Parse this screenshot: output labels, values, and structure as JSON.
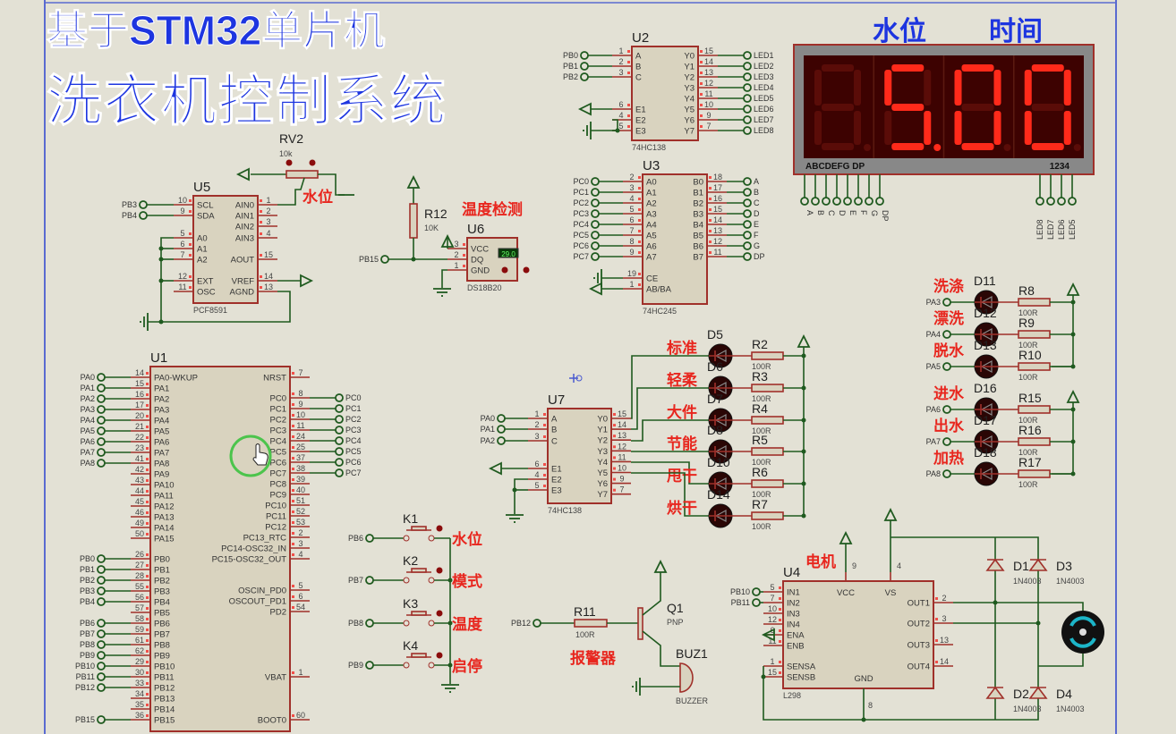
{
  "title": {
    "line1": "基于STM32单片机",
    "line2": "洗衣机控制系统"
  },
  "display": {
    "label_left": "水位",
    "label_right": "时间",
    "digits": [
      "",
      "5",
      "0",
      "0"
    ],
    "dp_on": [
      false,
      true,
      false,
      false
    ],
    "seg_label": "ABCDEFG DP",
    "digit_label": "1234",
    "seg_pins": [
      "A",
      "B",
      "C",
      "D",
      "E",
      "F",
      "G",
      "DP"
    ],
    "digit_pins": [
      "LED8",
      "LED7",
      "LED6",
      "LED5"
    ]
  },
  "u1": {
    "ref": "U1",
    "left": [
      {
        "num": "14",
        "name": "PA0-WKUP",
        "net": "PA0"
      },
      {
        "num": "15",
        "name": "PA1",
        "net": "PA1"
      },
      {
        "num": "16",
        "name": "PA2",
        "net": "PA2"
      },
      {
        "num": "17",
        "name": "PA3",
        "net": "PA3"
      },
      {
        "num": "20",
        "name": "PA4",
        "net": "PA4"
      },
      {
        "num": "21",
        "name": "PA5",
        "net": "PA5"
      },
      {
        "num": "22",
        "name": "PA6",
        "net": "PA6"
      },
      {
        "num": "23",
        "name": "PA7",
        "net": "PA7"
      },
      {
        "num": "41",
        "name": "PA8",
        "net": "PA8"
      },
      {
        "num": "42",
        "name": "PA9"
      },
      {
        "num": "43",
        "name": "PA10"
      },
      {
        "num": "44",
        "name": "PA11"
      },
      {
        "num": "45",
        "name": "PA12"
      },
      {
        "num": "46",
        "name": "PA13"
      },
      {
        "num": "49",
        "name": "PA14"
      },
      {
        "num": "50",
        "name": "PA15"
      },
      {
        "num": "26",
        "name": "PB0",
        "net": "PB0"
      },
      {
        "num": "27",
        "name": "PB1",
        "net": "PB1"
      },
      {
        "num": "28",
        "name": "PB2",
        "net": "PB2"
      },
      {
        "num": "55",
        "name": "PB3",
        "net": "PB3"
      },
      {
        "num": "56",
        "name": "PB4",
        "net": "PB4"
      },
      {
        "num": "57",
        "name": "PB5"
      },
      {
        "num": "58",
        "name": "PB6",
        "net": "PB6"
      },
      {
        "num": "59",
        "name": "PB7",
        "net": "PB7"
      },
      {
        "num": "61",
        "name": "PB8",
        "net": "PB8"
      },
      {
        "num": "62",
        "name": "PB9",
        "net": "PB9"
      },
      {
        "num": "29",
        "name": "PB10",
        "net": "PB10"
      },
      {
        "num": "30",
        "name": "PB11",
        "net": "PB11"
      },
      {
        "num": "33",
        "name": "PB12",
        "net": "PB12"
      },
      {
        "num": "34",
        "name": "PB13"
      },
      {
        "num": "35",
        "name": "PB14"
      },
      {
        "num": "36",
        "name": "PB15",
        "net": "PB15"
      }
    ],
    "right": [
      {
        "num": "7",
        "name": "NRST"
      },
      {
        "num": "8",
        "name": "PC0",
        "net": "PC0"
      },
      {
        "num": "9",
        "name": "PC1",
        "net": "PC1"
      },
      {
        "num": "10",
        "name": "PC2",
        "net": "PC2"
      },
      {
        "num": "11",
        "name": "PC3",
        "net": "PC3"
      },
      {
        "num": "24",
        "name": "PC4",
        "net": "PC4"
      },
      {
        "num": "25",
        "name": "PC5",
        "net": "PC5"
      },
      {
        "num": "37",
        "name": "PC6",
        "net": "PC6"
      },
      {
        "num": "38",
        "name": "PC7",
        "net": "PC7"
      },
      {
        "num": "39",
        "name": "PC8"
      },
      {
        "num": "40",
        "name": "PC9"
      },
      {
        "num": "51",
        "name": "PC10"
      },
      {
        "num": "52",
        "name": "PC11"
      },
      {
        "num": "53",
        "name": "PC12"
      },
      {
        "num": "2",
        "name": "PC13_RTC"
      },
      {
        "num": "3",
        "name": "PC14-OSC32_IN"
      },
      {
        "num": "4",
        "name": "PC15-OSC32_OUT"
      },
      {
        "num": "5",
        "name": "OSCIN_PD0"
      },
      {
        "num": "6",
        "name": "OSCOUT_PD1"
      },
      {
        "num": "54",
        "name": "PD2"
      },
      {
        "num": "1",
        "name": "VBAT"
      },
      {
        "num": "60",
        "name": "BOOT0"
      }
    ]
  },
  "u5": {
    "ref": "U5",
    "part": "PCF8591",
    "left": [
      {
        "num": "10",
        "name": "SCL",
        "net": "PB3"
      },
      {
        "num": "9",
        "name": "SDA",
        "net": "PB4"
      },
      {
        "num": "5",
        "name": "A0"
      },
      {
        "num": "6",
        "name": "A1"
      },
      {
        "num": "7",
        "name": "A2"
      },
      {
        "num": "12",
        "name": "EXT"
      },
      {
        "num": "11",
        "name": "OSC"
      }
    ],
    "right": [
      {
        "num": "1",
        "name": "AIN0"
      },
      {
        "num": "2",
        "name": "AIN1"
      },
      {
        "num": "3",
        "name": "AIN2"
      },
      {
        "num": "4",
        "name": "AIN3"
      },
      {
        "num": "15",
        "name": "AOUT"
      },
      {
        "num": "14",
        "name": "VREF"
      },
      {
        "num": "13",
        "name": "AGND"
      }
    ]
  },
  "rv2": {
    "ref": "RV2",
    "value": "10k",
    "label": "水位"
  },
  "r12": {
    "ref": "R12",
    "value": "10K"
  },
  "u6": {
    "ref": "U6",
    "part": "DS18B20",
    "label": "温度检测",
    "net": "PB15",
    "reading": "29.0",
    "left": [
      {
        "num": "3",
        "name": "VCC"
      },
      {
        "num": "2",
        "name": "DQ"
      },
      {
        "num": "1",
        "name": "GND"
      }
    ]
  },
  "u2": {
    "ref": "U2",
    "part": "74HC138",
    "left": [
      {
        "num": "1",
        "name": "A",
        "net": "PB0"
      },
      {
        "num": "2",
        "name": "B",
        "net": "PB1"
      },
      {
        "num": "3",
        "name": "C",
        "net": "PB2"
      },
      {
        "num": "6",
        "name": "E1"
      },
      {
        "num": "4",
        "name": "E2"
      },
      {
        "num": "5",
        "name": "E3"
      }
    ],
    "right": [
      {
        "num": "15",
        "name": "Y0",
        "net": "LED1"
      },
      {
        "num": "14",
        "name": "Y1",
        "net": "LED2"
      },
      {
        "num": "13",
        "name": "Y2",
        "net": "LED3"
      },
      {
        "num": "12",
        "name": "Y3",
        "net": "LED4"
      },
      {
        "num": "11",
        "name": "Y4",
        "net": "LED5"
      },
      {
        "num": "10",
        "name": "Y5",
        "net": "LED6"
      },
      {
        "num": "9",
        "name": "Y6",
        "net": "LED7"
      },
      {
        "num": "7",
        "name": "Y7",
        "net": "LED8"
      }
    ]
  },
  "u3": {
    "ref": "U3",
    "part": "74HC245",
    "left": [
      {
        "num": "2",
        "name": "A0",
        "net": "PC0"
      },
      {
        "num": "3",
        "name": "A1",
        "net": "PC1"
      },
      {
        "num": "4",
        "name": "A2",
        "net": "PC2"
      },
      {
        "num": "5",
        "name": "A3",
        "net": "PC3"
      },
      {
        "num": "6",
        "name": "A4",
        "net": "PC4"
      },
      {
        "num": "7",
        "name": "A5",
        "net": "PC5"
      },
      {
        "num": "8",
        "name": "A6",
        "net": "PC6"
      },
      {
        "num": "9",
        "name": "A7",
        "net": "PC7"
      },
      {
        "num": "19",
        "name": "CE"
      },
      {
        "num": "1",
        "name": "AB/BA"
      }
    ],
    "right": [
      {
        "num": "18",
        "name": "B0",
        "net": "A"
      },
      {
        "num": "17",
        "name": "B1",
        "net": "B"
      },
      {
        "num": "16",
        "name": "B2",
        "net": "C"
      },
      {
        "num": "15",
        "name": "B3",
        "net": "D"
      },
      {
        "num": "14",
        "name": "B4",
        "net": "E"
      },
      {
        "num": "13",
        "name": "B5",
        "net": "F"
      },
      {
        "num": "12",
        "name": "B6",
        "net": "G"
      },
      {
        "num": "11",
        "name": "B7",
        "net": "DP"
      }
    ]
  },
  "u7": {
    "ref": "U7",
    "part": "74HC138",
    "left": [
      {
        "num": "1",
        "name": "A",
        "net": "PA0"
      },
      {
        "num": "2",
        "name": "B",
        "net": "PA1"
      },
      {
        "num": "3",
        "name": "C",
        "net": "PA2"
      },
      {
        "num": "6",
        "name": "E1"
      },
      {
        "num": "4",
        "name": "E2"
      },
      {
        "num": "5",
        "name": "E3"
      }
    ],
    "right": [
      {
        "num": "15",
        "name": "Y0"
      },
      {
        "num": "14",
        "name": "Y1"
      },
      {
        "num": "13",
        "name": "Y2"
      },
      {
        "num": "12",
        "name": "Y3"
      },
      {
        "num": "11",
        "name": "Y4"
      },
      {
        "num": "10",
        "name": "Y5"
      },
      {
        "num": "9",
        "name": "Y6"
      },
      {
        "num": "7",
        "name": "Y7"
      }
    ]
  },
  "mode_leds": [
    {
      "ref": "D5",
      "label": "标准",
      "res": "R2",
      "res_value": "100R"
    },
    {
      "ref": "D6",
      "label": "轻柔",
      "res": "R3",
      "res_value": "100R"
    },
    {
      "ref": "D7",
      "label": "大件",
      "res": "R4",
      "res_value": "100R"
    },
    {
      "ref": "D8",
      "label": "节能",
      "res": "R5",
      "res_value": "100R"
    },
    {
      "ref": "D10",
      "label": "甩干",
      "res": "R6",
      "res_value": "100R"
    },
    {
      "ref": "D14",
      "label": "烘干",
      "res": "R7",
      "res_value": "100R"
    }
  ],
  "status_leds": [
    {
      "ref": "D11",
      "label": "洗涤",
      "net": "PA3",
      "res": "R8",
      "res_value": "100R"
    },
    {
      "ref": "D12",
      "label": "漂洗",
      "net": "PA4",
      "res": "R9",
      "res_value": "100R"
    },
    {
      "ref": "D13",
      "label": "脱水",
      "net": "PA5",
      "res": "R10",
      "res_value": "100R"
    },
    {
      "ref": "D16",
      "label": "进水",
      "net": "PA6",
      "res": "R15",
      "res_value": "100R"
    },
    {
      "ref": "D17",
      "label": "出水",
      "net": "PA7",
      "res": "R16",
      "res_value": "100R"
    },
    {
      "ref": "D18",
      "label": "加热",
      "net": "PA8",
      "res": "R17",
      "res_value": "100R"
    }
  ],
  "keys": [
    {
      "ref": "K1",
      "net": "PB6",
      "label": "水位"
    },
    {
      "ref": "K2",
      "net": "PB7",
      "label": "模式"
    },
    {
      "ref": "K3",
      "net": "PB8",
      "label": "温度"
    },
    {
      "ref": "K4",
      "net": "PB9",
      "label": "启停"
    }
  ],
  "alarm": {
    "net": "PB12",
    "res": "R11",
    "res_value": "100R",
    "label": "报警器",
    "q_ref": "Q1",
    "q_type": "PNP",
    "buz_ref": "BUZ1",
    "buz_part": "BUZZER"
  },
  "u4": {
    "ref": "U4",
    "part": "L298",
    "label": "电机",
    "left": [
      {
        "num": "5",
        "name": "IN1",
        "net": "PB10"
      },
      {
        "num": "7",
        "name": "IN2",
        "net": "PB11"
      },
      {
        "num": "10",
        "name": "IN3"
      },
      {
        "num": "12",
        "name": "IN4"
      },
      {
        "num": "6",
        "name": "ENA"
      },
      {
        "num": "11",
        "name": "ENB"
      },
      {
        "num": "1",
        "name": "SENSA"
      },
      {
        "num": "15",
        "name": "SENSB"
      }
    ],
    "right": [
      {
        "num": "2",
        "name": "OUT1"
      },
      {
        "num": "3",
        "name": "OUT2"
      },
      {
        "num": "13",
        "name": "OUT3"
      },
      {
        "num": "14",
        "name": "OUT4"
      }
    ],
    "top": [
      {
        "num": "9",
        "name": "VCC"
      },
      {
        "num": "4",
        "name": "VS"
      }
    ],
    "bottom": {
      "num": "8",
      "name": "GND"
    }
  },
  "diodes": [
    {
      "ref": "D1",
      "part": "1N4003"
    },
    {
      "ref": "D3",
      "part": "1N4003"
    },
    {
      "ref": "D2",
      "part": "1N4003"
    },
    {
      "ref": "D4",
      "part": "1N4003"
    }
  ]
}
